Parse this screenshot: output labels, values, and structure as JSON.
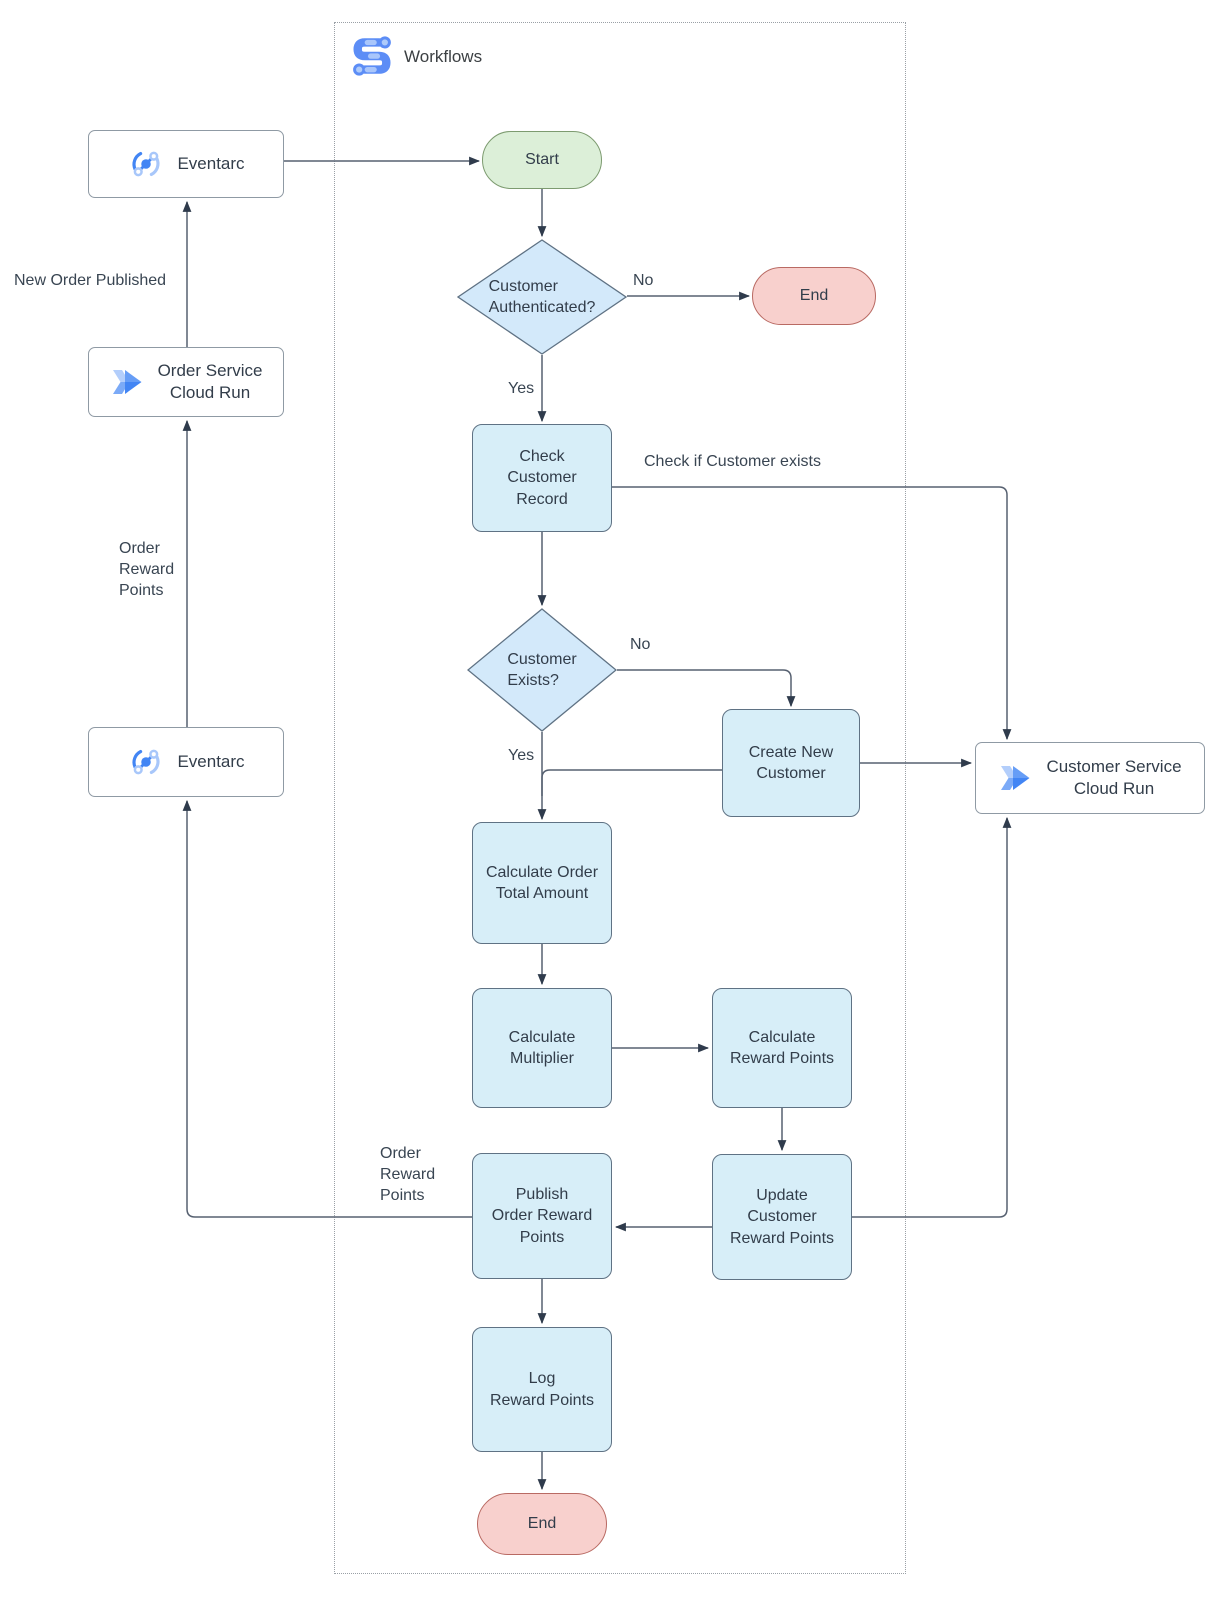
{
  "title": "Workflows",
  "nodes": {
    "eventarc_top": {
      "label": "Eventarc",
      "type": "service"
    },
    "order_service": {
      "label": "Order Service\nCloud Run",
      "type": "service"
    },
    "eventarc_bottom": {
      "label": "Eventarc",
      "type": "service"
    },
    "customer_service": {
      "label": "Customer Service\nCloud Run",
      "type": "service"
    },
    "start": {
      "label": "Start",
      "type": "terminator"
    },
    "customer_authenticated": {
      "label": "Customer\nAuthenticated?",
      "type": "decision"
    },
    "end_top": {
      "label": "End",
      "type": "terminator"
    },
    "check_customer_record": {
      "label": "Check\nCustomer\nRecord",
      "type": "process"
    },
    "customer_exists": {
      "label": "Customer\nExists?",
      "type": "decision"
    },
    "create_new_customer": {
      "label": "Create New\nCustomer",
      "type": "process"
    },
    "calculate_order_total": {
      "label": "Calculate Order\nTotal Amount",
      "type": "process"
    },
    "calculate_multiplier": {
      "label": "Calculate\nMultiplier",
      "type": "process"
    },
    "calculate_reward_points": {
      "label": "Calculate\nReward Points",
      "type": "process"
    },
    "update_customer_reward_points": {
      "label": "Update\nCustomer\nReward Points",
      "type": "process"
    },
    "publish_order_reward_points": {
      "label": "Publish\nOrder Reward\nPoints",
      "type": "process"
    },
    "log_reward_points": {
      "label": "Log\nReward Points",
      "type": "process"
    },
    "end_bottom": {
      "label": "End",
      "type": "terminator"
    }
  },
  "edge_labels": {
    "new_order_published": "New Order Published",
    "order_reward_points_left": "Order\nReward\nPoints",
    "order_reward_points_mid": "Order\nReward\nPoints",
    "check_if_customer_exists": "Check if Customer exists",
    "auth_no": "No",
    "auth_yes": "Yes",
    "exists_no": "No",
    "exists_yes": "Yes"
  },
  "edges": [
    {
      "from": "eventarc_top",
      "to": "start",
      "label": ""
    },
    {
      "from": "start",
      "to": "customer_authenticated",
      "label": ""
    },
    {
      "from": "customer_authenticated",
      "to": "end_top",
      "label": "No"
    },
    {
      "from": "customer_authenticated",
      "to": "check_customer_record",
      "label": "Yes"
    },
    {
      "from": "check_customer_record",
      "to": "customer_service",
      "label": "Check if Customer exists"
    },
    {
      "from": "check_customer_record",
      "to": "customer_exists",
      "label": ""
    },
    {
      "from": "customer_exists",
      "to": "create_new_customer",
      "label": "No"
    },
    {
      "from": "customer_exists",
      "to": "calculate_order_total",
      "label": "Yes"
    },
    {
      "from": "create_new_customer",
      "to": "calculate_order_total",
      "label": ""
    },
    {
      "from": "create_new_customer",
      "to": "customer_service",
      "label": ""
    },
    {
      "from": "calculate_order_total",
      "to": "calculate_multiplier",
      "label": ""
    },
    {
      "from": "calculate_multiplier",
      "to": "calculate_reward_points",
      "label": ""
    },
    {
      "from": "calculate_reward_points",
      "to": "update_customer_reward_points",
      "label": ""
    },
    {
      "from": "update_customer_reward_points",
      "to": "publish_order_reward_points",
      "label": ""
    },
    {
      "from": "update_customer_reward_points",
      "to": "customer_service",
      "label": ""
    },
    {
      "from": "publish_order_reward_points",
      "to": "eventarc_bottom",
      "label": "Order Reward Points"
    },
    {
      "from": "eventarc_bottom",
      "to": "order_service",
      "label": "Order Reward Points"
    },
    {
      "from": "order_service",
      "to": "eventarc_top",
      "label": "New Order Published"
    },
    {
      "from": "publish_order_reward_points",
      "to": "log_reward_points",
      "label": ""
    },
    {
      "from": "log_reward_points",
      "to": "end_bottom",
      "label": ""
    }
  ],
  "colors": {
    "process_fill": "#D7EEF8",
    "decision_fill": "#D3E9FA",
    "shape_stroke": "#5F7284",
    "terminator_green_fill": "#DCEFD8",
    "terminator_green_stroke": "#7D9B70",
    "terminator_red_fill": "#F8D0CD",
    "terminator_red_stroke": "#B96A63",
    "service_fill": "#FFFFFF",
    "service_stroke": "#8F9AA4",
    "connector": "#566070",
    "arrowhead": "#2F3B4C",
    "container_border": "#9AA0A6",
    "text": "#323D4A",
    "icon_blue": "#4285F4",
    "icon_light_blue": "#A8C7FA"
  }
}
